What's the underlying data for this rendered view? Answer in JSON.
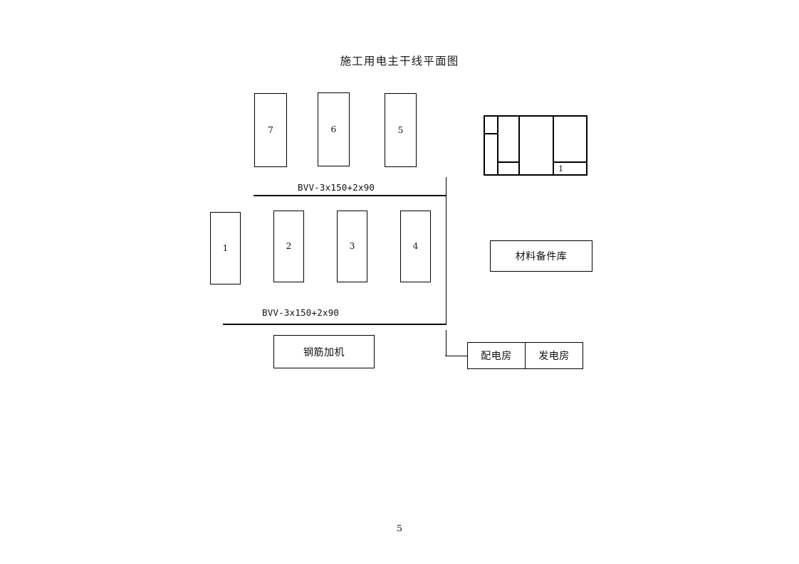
{
  "document": {
    "title": "施工用电主干线平面图",
    "page_number": "5"
  },
  "cables": {
    "top_label": "BVV-3x150+2x90",
    "bottom_label": "BVV-3x150+2x90"
  },
  "top_row_blocks": [
    {
      "label": "7"
    },
    {
      "label": "6"
    },
    {
      "label": "5"
    }
  ],
  "middle_row_blocks": [
    {
      "label": "1"
    },
    {
      "label": "2"
    },
    {
      "label": "3"
    },
    {
      "label": "4"
    }
  ],
  "compound": {
    "cell_label": "1"
  },
  "facilities": {
    "warehouse": "材料备件库",
    "rebar_machine": "钢筋加机",
    "distribution_room": "配电房",
    "generator_room": "发电房"
  },
  "colors": {
    "line": "#000000",
    "text": "#1a1a1a",
    "background": "#ffffff"
  }
}
